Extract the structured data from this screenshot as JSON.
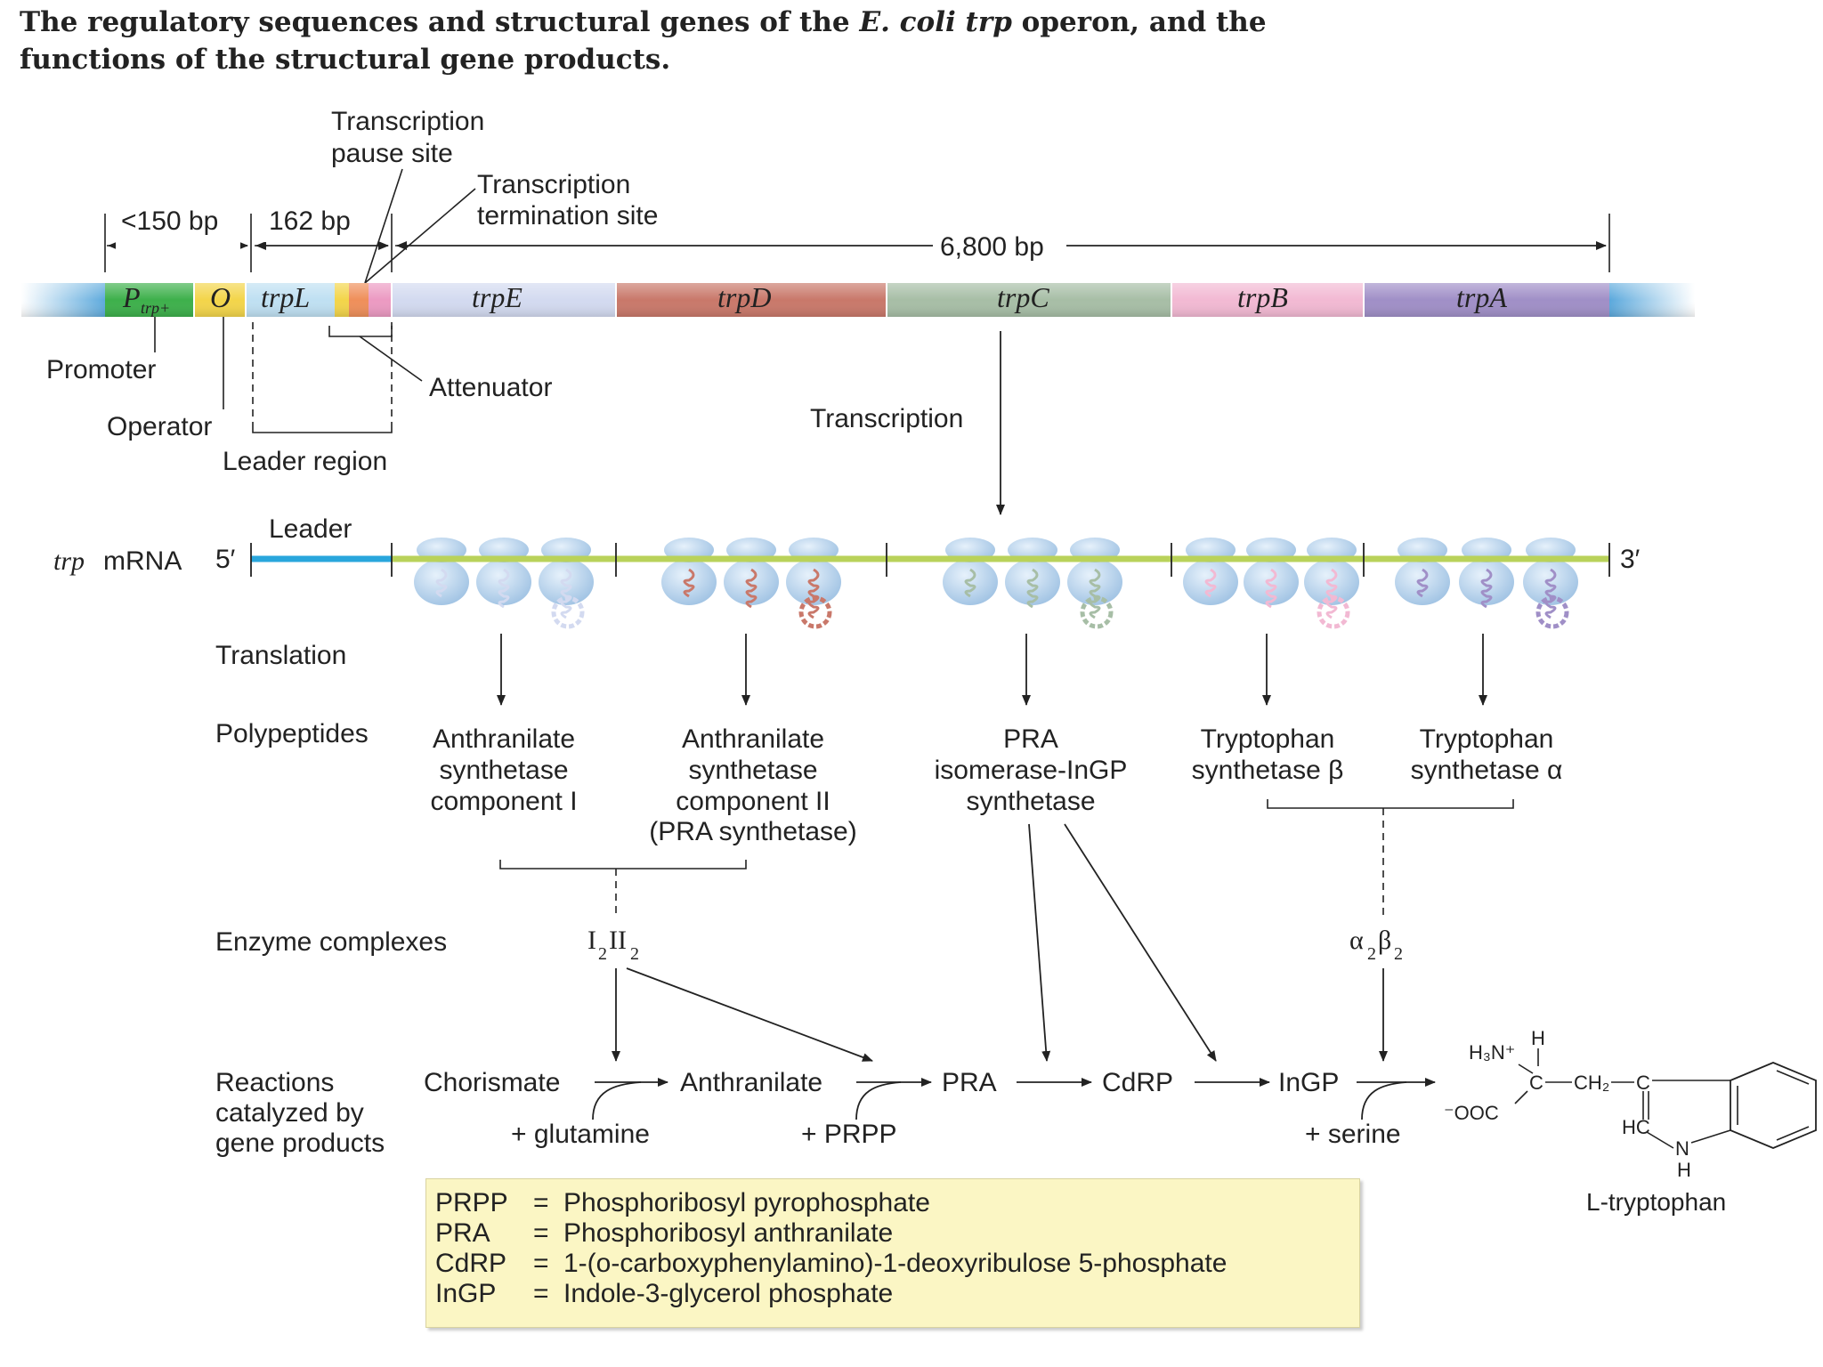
{
  "caption": {
    "part1": "The regulatory sequences and structural genes of the ",
    "italic1": "E. coli trp",
    "part2": " operon, and the functions of the structural gene products."
  },
  "annotations": {
    "pause_site_line1": "Transcription",
    "pause_site_line2": "pause site",
    "termination_line1": "Transcription",
    "termination_line2": "termination site",
    "bp_150": "<150 bp",
    "bp_162": "162 bp",
    "bp_6800": "6,800 bp",
    "promoter": "Promoter",
    "operator": "Operator",
    "attenuator": "Attenuator",
    "leader_region": "Leader region",
    "transcription": "Transcription",
    "leader": "Leader",
    "mrna_italic": "trp",
    "mrna_label": "mRNA",
    "five_prime": "5′",
    "three_prime": "3′",
    "translation": "Translation",
    "polypeptides": "Polypeptides",
    "enzyme_complexes": "Enzyme complexes",
    "reactions_line1": "Reactions",
    "reactions_line2": "catalyzed by",
    "reactions_line3": "gene products"
  },
  "dna": {
    "promoter_label": "P",
    "promoter_sub": "trp+",
    "operator_label": "O",
    "genes": [
      "trpL",
      "trpE",
      "trpD",
      "trpC",
      "trpB",
      "trpA"
    ]
  },
  "polypeptides": [
    {
      "lines": [
        "Anthranilate",
        "synthetase",
        "component I"
      ]
    },
    {
      "lines": [
        "Anthranilate",
        "synthetase",
        "component II",
        "(PRA synthetase)"
      ]
    },
    {
      "lines": [
        "PRA",
        "isomerase-InGP",
        "synthetase"
      ]
    },
    {
      "lines": [
        "Tryptophan",
        "synthetase β"
      ]
    },
    {
      "lines": [
        "Tryptophan",
        "synthetase α"
      ]
    }
  ],
  "complexes": {
    "c1_main": "I",
    "c1_sub1": "2",
    "c1_main2": "II",
    "c1_sub2": "2",
    "c2_main": "α",
    "c2_sub1": "2",
    "c2_main2": "β",
    "c2_sub2": "2"
  },
  "reactions": {
    "chorismate": "Chorismate",
    "anthranilate": "Anthranilate",
    "pra": "PRA",
    "cdrp": "CdRP",
    "ingp": "InGP",
    "glutamine": "+ glutamine",
    "prpp": "+ PRPP",
    "serine": "+ serine",
    "product": "L-tryptophan"
  },
  "structure": {
    "h3n": "H₃N⁺",
    "h_top": "H",
    "c_alpha": "C",
    "ch2": "CH₂",
    "c_ring": "C",
    "ooc": "⁻OOC",
    "hc": "HC",
    "n": "N",
    "h_bottom": "H"
  },
  "legend": [
    {
      "abbr": "PRPP",
      "eq": "=",
      "def": "Phosphoribosyl pyrophosphate"
    },
    {
      "abbr": "PRA",
      "eq": "=",
      "def": "Phosphoribosyl anthranilate"
    },
    {
      "abbr": "CdRP",
      "eq": "=",
      "def": "1-(o-carboxyphenylamino)-1-deoxyribulose 5-phosphate"
    },
    {
      "abbr": "InGP",
      "eq": "=",
      "def": "Indole-3-glycerol phosphate"
    }
  ],
  "colors": {
    "promoter": "#3db04b",
    "operator": "#f3d54a",
    "trpL": "#bfe0f2",
    "trpE": "#d3daf0",
    "trpD": "#c9786a",
    "trpC": "#a7bea6",
    "trpB": "#f2b9d3",
    "trpA": "#a08fc7",
    "leader_mrna": "#29a6dc",
    "mrna": "#b9d25a",
    "ribosome": "#b8d4ec",
    "legend_bg": "#fbf6c4"
  }
}
